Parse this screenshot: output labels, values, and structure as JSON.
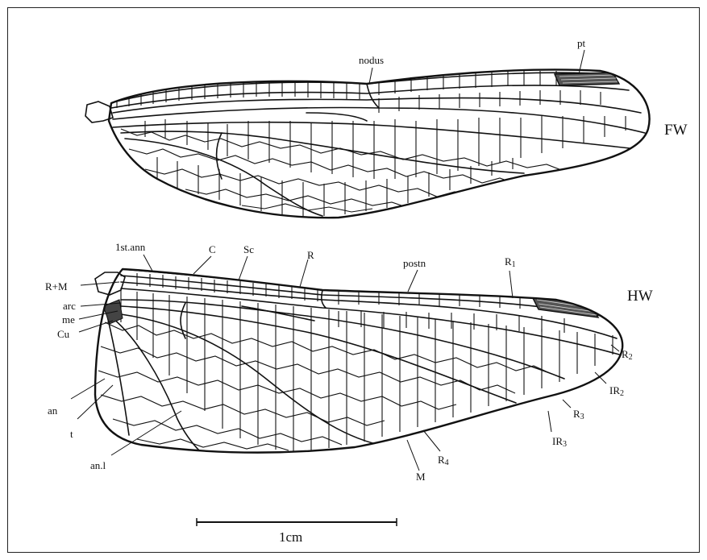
{
  "diagram": {
    "forewing": {
      "tag": "FW",
      "labels": {
        "nodus": "nodus",
        "pt": "pt"
      }
    },
    "hindwing": {
      "tag": "HW",
      "labels": {
        "first_ann": "1st.ann",
        "c": "C",
        "sc": "Sc",
        "r": "R",
        "postn": "postn",
        "r1_main": "R",
        "r1_sub": "1",
        "r_plus_m": "R+M",
        "arc": "arc",
        "me": "me",
        "cu": "Cu",
        "an": "an",
        "t": "t",
        "an_l": "an.l",
        "m": "M",
        "r4_main": "R",
        "r4_sub": "4",
        "ir3_main": "IR",
        "ir3_sub": "3",
        "r3_main": "R",
        "r3_sub": "3",
        "ir2_main": "IR",
        "ir2_sub": "2",
        "r2_main": "R",
        "r2_sub": "2"
      }
    },
    "scale_bar": {
      "label": "1cm"
    }
  }
}
